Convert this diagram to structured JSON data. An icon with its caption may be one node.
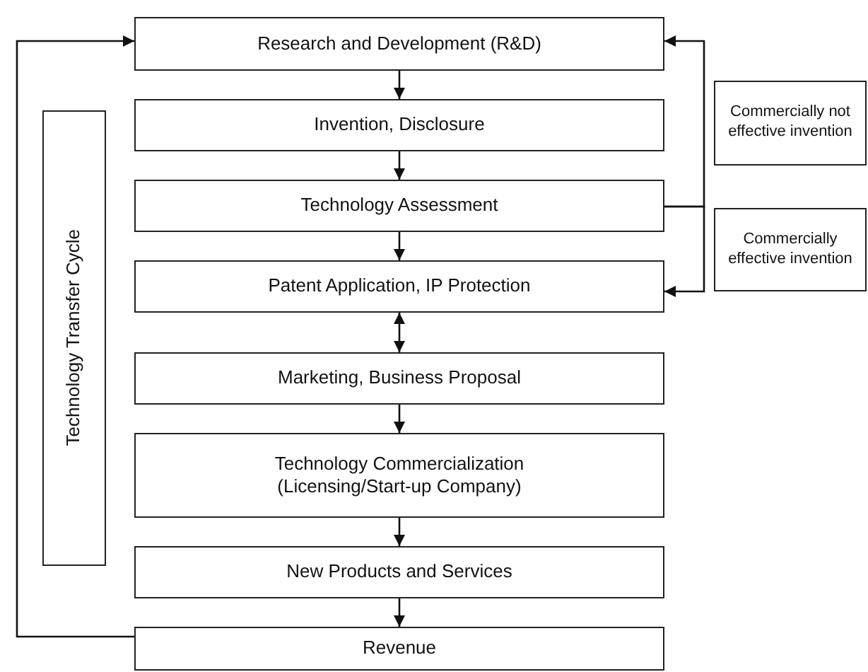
{
  "diagram": {
    "nodes": [
      {
        "text": [
          "Research and Development (R&D)"
        ]
      },
      {
        "text": [
          "Invention, Disclosure"
        ]
      },
      {
        "text": [
          "Technology Assessment"
        ]
      },
      {
        "text": [
          "Patent Application, IP Protection"
        ]
      },
      {
        "text": [
          "Marketing, Business Proposal"
        ]
      },
      {
        "text": [
          "Technology Commercialization (Licensing/Start-up Company)"
        ]
      },
      {
        "text": [
          "New Products and Services"
        ]
      },
      {
        "text": [
          "Revenue"
        ]
      },
      {
        "text": [
          "Technology Transfer Cycle"
        ]
      },
      {
        "text": [
          "Commercially not effective invention"
        ]
      },
      {
        "text": [
          "Commercially effective invention"
        ]
      }
    ],
    "edges": [
      {
        "from": 0,
        "to": 1,
        "arrow": "to"
      },
      {
        "from": 1,
        "to": 2,
        "arrow": "to"
      },
      {
        "from": 2,
        "to": 3,
        "arrow": "to"
      },
      {
        "from": 3,
        "to": 4,
        "arrow": "both"
      },
      {
        "from": 4,
        "to": 5,
        "arrow": "to"
      },
      {
        "from": 5,
        "to": 6,
        "arrow": "to"
      },
      {
        "from": 6,
        "to": 7,
        "arrow": "to"
      },
      {
        "from": 7,
        "to": 0,
        "arrow": "to"
      },
      {
        "from": 2,
        "to": 0,
        "arrow": "to"
      },
      {
        "from": 2,
        "to": 3,
        "arrow": "to"
      }
    ]
  }
}
